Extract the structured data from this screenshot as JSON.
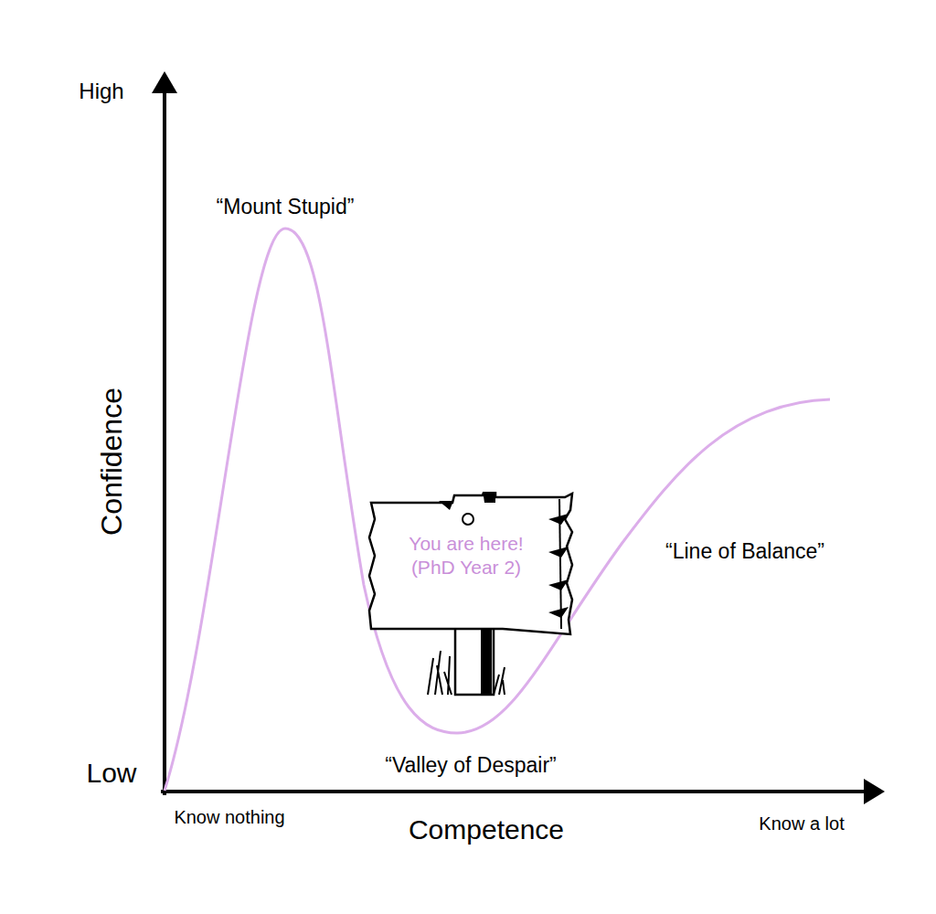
{
  "diagram": {
    "nodes": [
      {
        "text": [
          "You are here! (PhD Year 2)"
        ]
      }
    ],
    "labels": [
      "High",
      "Low",
      "Confidence",
      "Competence",
      "Know nothing",
      "Know a lot",
      "“Mount Stupid”",
      "“Valley of Despair”",
      "“Line of Balance”"
    ]
  }
}
